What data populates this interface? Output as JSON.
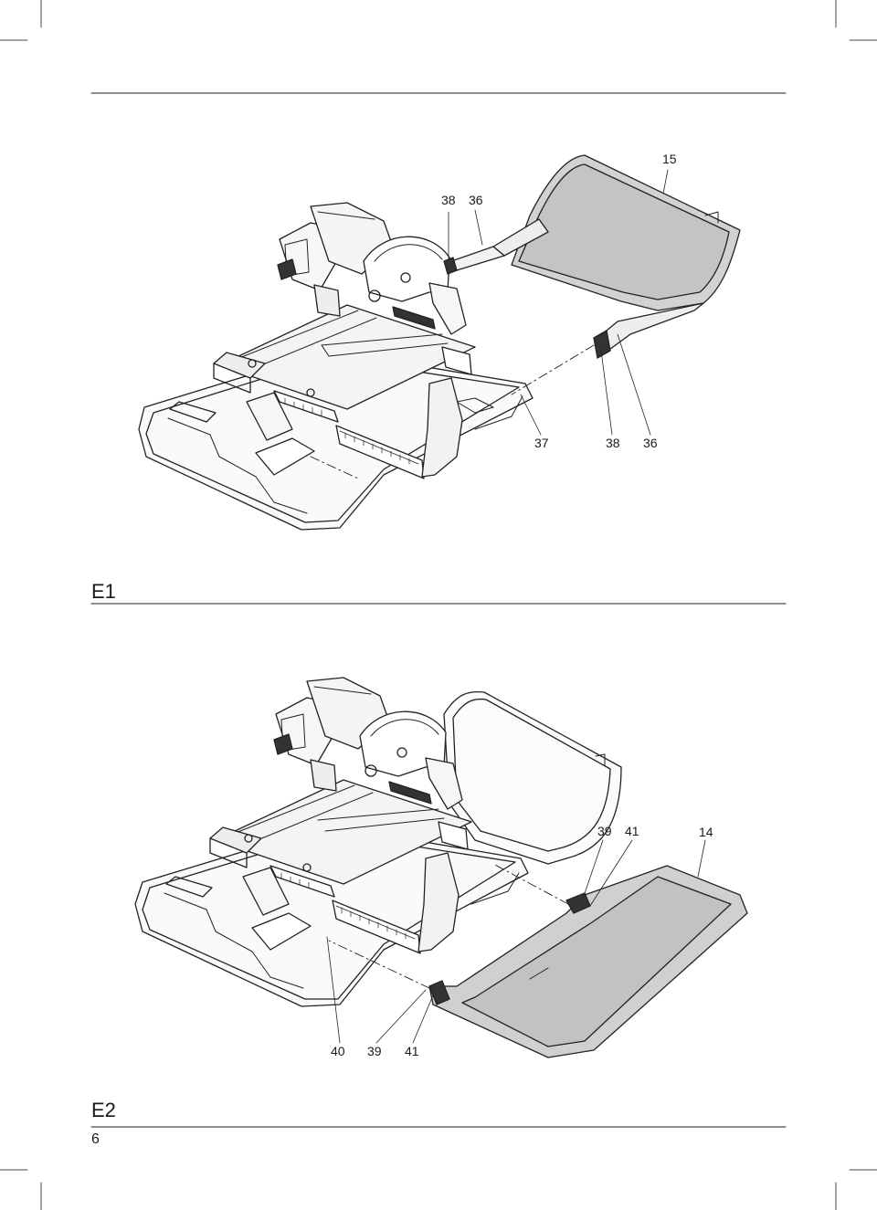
{
  "page_number": "6",
  "figures": [
    {
      "label": "E1",
      "callouts": [
        "15",
        "38",
        "36",
        "37",
        "38",
        "36"
      ]
    },
    {
      "label": "E2",
      "callouts": [
        "39",
        "41",
        "14",
        "40",
        "39",
        "41"
      ]
    }
  ]
}
